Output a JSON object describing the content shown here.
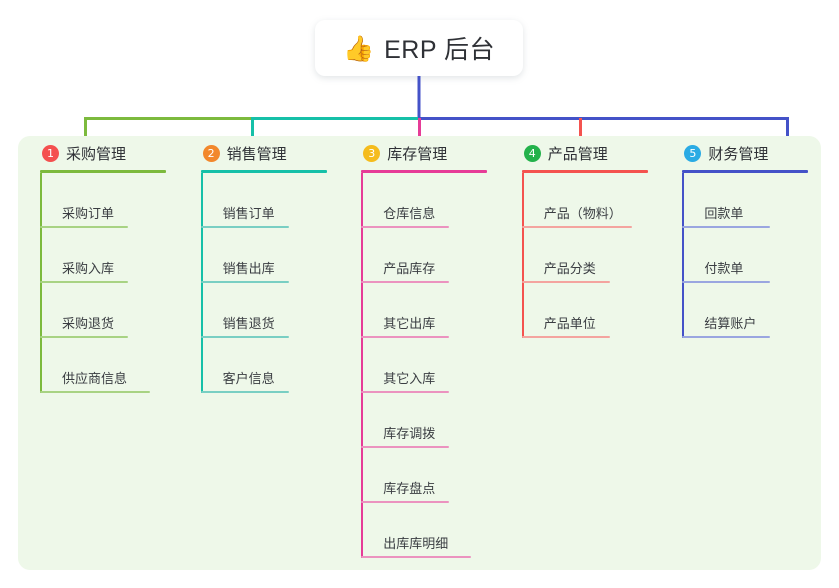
{
  "root": {
    "icon": "thumbs-up-icon",
    "emoji": "👍",
    "title": "ERP 后台"
  },
  "panel": {
    "background_color": "#eef8e9"
  },
  "connectors": {
    "trunk_color": "#4452c8",
    "bar_segments": [
      {
        "color": "#7cba3d",
        "label": "purchase-segment"
      },
      {
        "color": "#16c0a8",
        "label": "sales-segment"
      },
      {
        "color": "#4452c8",
        "label": "inventory-to-finance-segment"
      }
    ]
  },
  "columns": [
    {
      "index": "1",
      "badge_number": "❶",
      "badge_glyph": "1",
      "badge_color": "#f4504f",
      "title": "采购管理",
      "accent_color": "#7cba3d",
      "line_color": "#a8d383",
      "drop_color": "#7cba3d",
      "items": [
        "采购订单",
        "采购入库",
        "采购退货",
        "供应商信息"
      ]
    },
    {
      "index": "2",
      "badge_number": "❷",
      "badge_glyph": "2",
      "badge_color": "#f2882c",
      "title": "销售管理",
      "accent_color": "#16c0a8",
      "line_color": "#79cfc3",
      "drop_color": "#16c0a8",
      "items": [
        "销售订单",
        "销售出库",
        "销售退货",
        "客户信息"
      ]
    },
    {
      "index": "3",
      "badge_number": "❸",
      "badge_glyph": "3",
      "badge_color": "#f5bc1d",
      "title": "库存管理",
      "accent_color": "#e63c97",
      "line_color": "#eb93bf",
      "drop_color": "#e63c97",
      "items": [
        "仓库信息",
        "产品库存",
        "其它出库",
        "其它入库",
        "库存调拨",
        "库存盘点",
        "出库库明细"
      ]
    },
    {
      "index": "4",
      "badge_number": "❹",
      "badge_glyph": "4",
      "badge_color": "#23b24b",
      "title": "产品管理",
      "accent_color": "#f4534f",
      "line_color": "#f4a49f",
      "drop_color": "#f4534f",
      "items": [
        "产品（物料）",
        "产品分类",
        "产品单位"
      ]
    },
    {
      "index": "5",
      "badge_number": "❺",
      "badge_glyph": "5",
      "badge_color": "#2aabe4",
      "title": "财务管理",
      "accent_color": "#4452c8",
      "line_color": "#9aa6e0",
      "drop_color": "#4452c8",
      "items": [
        "回款单",
        "付款单",
        "结算账户"
      ]
    }
  ]
}
